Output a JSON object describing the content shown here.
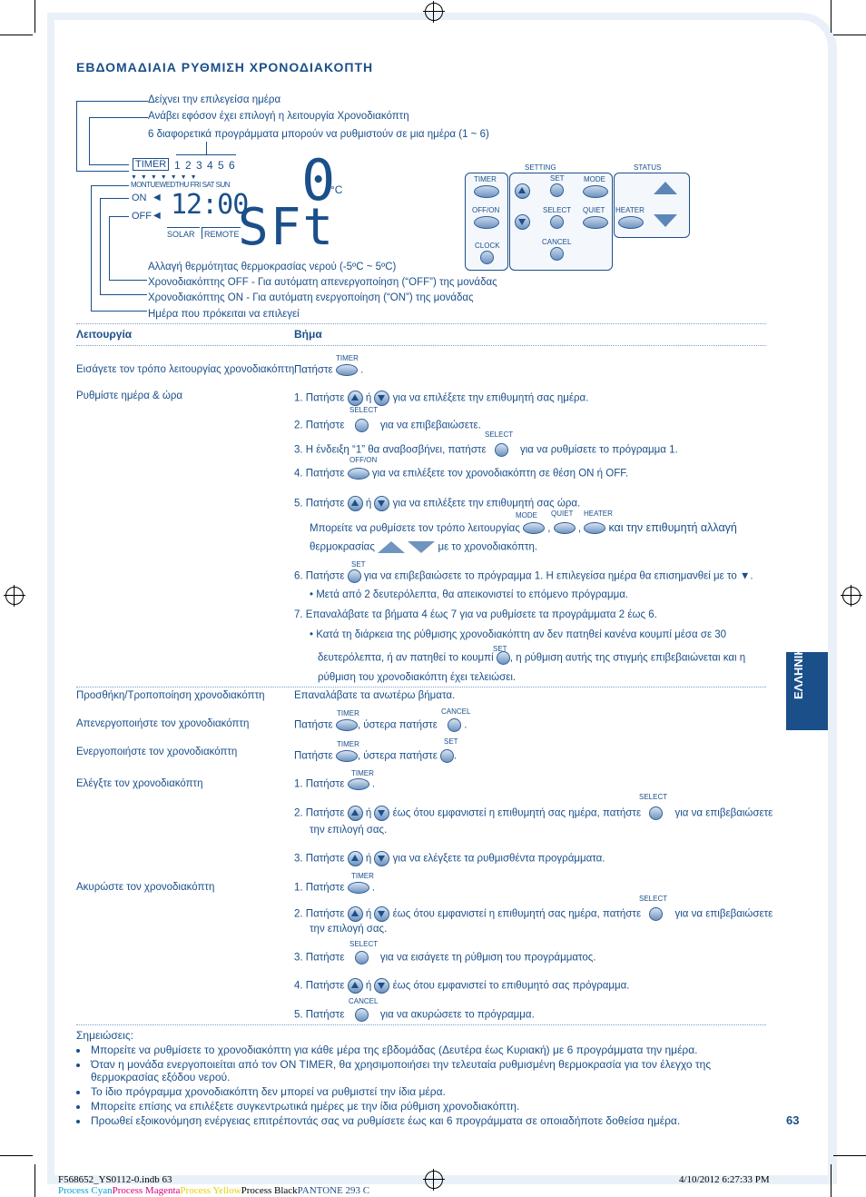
{
  "title": "ΕΒΔΟΜΑΔΙΑΙΑ ΡΥΘΜΙΣΗ ΧΡΟΝΟΔΙΑΚΟΠΤΗ",
  "annotations_top": [
    "Δείχνει την επιλεγείσα ημέρα",
    "Ανάβει εφόσον έχει επιλογή η λειτουργία Χρονοδιακόπτη",
    "6 διαφορετικά προγράμματα μπορούν να ρυθμιστούν σε μια ημέρα (1 ~ 6)"
  ],
  "annotations_bottom": [
    "Αλλαγή θερμότητας θερμοκρασίας νερού (-5ºC ~ 5ºC)",
    "Χρονοδιακόπτης OFF - Για αυτόματη απενεργοποίηση (“OFF”) της μονάδας",
    "Χρονοδιακόπτης ON - Για αυτόματη ενεργοποίηση (“ON”) της μονάδας",
    "Ημέρα που πρόκειται να επιλεγεί"
  ],
  "lcd": {
    "timer": "TIMER",
    "programs": "1 2 3 4 5 6",
    "days": "MONTUEWEDTHU FRI SAT SUN",
    "on": "ON",
    "off": "OFF",
    "clock": "12:00",
    "temp": "0",
    "unit": "°C",
    "set": "SFt",
    "solar": "SOLAR",
    "remote": "REMOTE"
  },
  "remote": {
    "setting": "SETTING",
    "status": "STATUS",
    "timer": "TIMER",
    "set": "SET",
    "mode": "MODE",
    "offon": "OFF/ON",
    "select": "SELECT",
    "quiet": "QUIET",
    "heater": "HEATER",
    "clock": "CLOCK",
    "cancel": "CANCEL"
  },
  "headers": {
    "function": "Λειτουργία",
    "step": "Βήμα"
  },
  "labels": {
    "timer": "TIMER",
    "select": "SELECT",
    "offon": "OFF/ON",
    "mode": "MODE",
    "quiet": "QUIET",
    "heater": "HEATER",
    "set": "SET",
    "cancel": "CANCEL"
  },
  "rows": {
    "enter_fn": "Εισάγετε τον τρόπο λειτουργίας χρονοδιακόπτη",
    "enter_step": "Πατήστε",
    "setday_fn": "Ρυθμίστε ημέρα & ώρα",
    "s1a": "1.  Πατήστε",
    "s1b": "ή",
    "s1c": "για να επιλέξετε την επιθυμητή σας ημέρα.",
    "s2a": "2.  Πατήστε",
    "s2b": "για να επιβεβαιώσετε.",
    "s3a": "3.  Η ένδειξη “1” θα αναβοσβήνει, πατήστε",
    "s3b": "για να ρυθμίσετε το πρόγραμμα 1.",
    "s4a": "4.  Πατήστε",
    "s4b": "για να επιλέξετε τον χρονοδιακόπτη σε θέση ON ή OFF.",
    "s5a": "5.  Πατήστε",
    "s5b": "ή",
    "s5c": "για να επιλέξετε την επιθυμητή σας ώρα.",
    "s5d": "Μπορείτε να ρυθμίσετε τον τρόπο λειτουργίας",
    "s5e": "και την επιθυμητή αλλαγή",
    "s5f": "θερμοκρασίας",
    "s5g": "με το χρονοδιακόπτη.",
    "s6a": "6.  Πατήστε",
    "s6b": "για να επιβεβαιώσετε το πρόγραμμα 1. Η επιλεγείσα ημέρα θα επισημανθεί με το ▼.",
    "s6c": "•   Μετά από 2 δευτερόλεπτα, θα απεικονιστεί το επόμενο πρόγραμμα.",
    "s7a": "7.  Επαναλάβατε τα βήματα 4 έως 7 για να ρυθμίσετε τα προγράμματα 2 έως 6.",
    "s7b": "•   Κατά τη διάρκεια της ρύθμισης χρονοδιακόπτη αν δεν πατηθεί κανένα κουμπί μέσα σε 30",
    "s7c": "δευτερόλεπτα, ή αν πατηθεί το κουμπί",
    "s7d": ", η ρύθμιση αυτής της στιγμής επιβεβαιώνεται και η",
    "s7e": "ρύθμιση του χρονοδιακόπτη έχει τελειώσει.",
    "add_fn": "Προσθήκη/Τροποποίηση χρονοδιακόπτη",
    "add_step": "Επαναλάβατε τα ανωτέρω βήματα.",
    "dis_fn": "Απενεργοποιήστε τον χρονοδιακόπτη",
    "dis_a": "Πατήστε",
    "dis_b": ", ύστερα πατήστε",
    "en_fn": "Ενεργοποιήστε τον χρονοδιακόπτη",
    "en_a": "Πατήστε",
    "en_b": ", ύστερα πατήστε",
    "chk_fn": "Ελέγξτε τον χρονοδιακόπτη",
    "c1": "1.  Πατήστε",
    "c2a": "2.  Πατήστε",
    "c2b": "ή",
    "c2c": "έως ότου εμφανιστεί η επιθυμητή σας ημέρα, πατήστε",
    "c2d": "για να επιβεβαιώσετε",
    "c2e": "την επιλογή σας.",
    "c3a": "3.  Πατήστε",
    "c3b": "ή",
    "c3c": "για να ελέγξετε τα ρυθμισθέντα προγράμματα.",
    "can_fn": "Ακυρώστε τον χρονοδιακόπτη",
    "k1": "1.  Πατήστε",
    "k2a": "2.  Πατήστε",
    "k2b": "ή",
    "k2c": "έως ότου εμφανιστεί η επιθυμητή σας ημέρα, πατήστε",
    "k2d": "για να επιβεβαιώσετε",
    "k2e": "την επιλογή σας.",
    "k3a": "3.  Πατήστε",
    "k3b": "για να εισάγετε τη ρύθμιση του προγράμματος.",
    "k4a": "4.  Πατήστε",
    "k4b": "ή",
    "k4c": "έως ότου εμφανιστεί το επιθυμητό σας πρόγραμμα.",
    "k5a": "5.  Πατήστε",
    "k5b": "για να ακυρώσετε το πρόγραμμα."
  },
  "notes": {
    "heading": "Σημειώσεις:",
    "items": [
      "Μπορείτε να ρυθμίσετε το χρονοδιακόπτη για κάθε μέρα της εβδομάδας (Δευτέρα έως Κυριακή) με 6 προγράμματα την ημέρα.",
      "Όταν η μονάδα ενεργοποιείται από τον ON TIMER, θα χρησιμοποιήσει την τελευταία ρυθμισμένη θερμοκρασία για τον έλεγχο της θερμοκρασίας εξόδου νερού.",
      "Το ίδιο πρόγραμμα χρονοδιακόπτη δεν μπορεί να ρυθμιστεί την ίδια μέρα.",
      "Μπορείτε επίσης να επιλέξετε συγκεντρωτικά ημέρες με την ίδια ρύθμιση χρονοδιακόπτη.",
      "Προωθεί εξοικονόμηση ενέργειας επιτρέποντάς σας να ρυθμίσετε έως και 6 προγράμματα σε οποιαδήποτε δοθείσα ημέρα."
    ]
  },
  "side_tab": "ΕΛΛΗΝΙΚΑ",
  "page_number": "63",
  "footer": {
    "file": "F568652_YS0112-0.indb   63",
    "date": "4/10/2012   6:27:33 PM",
    "cyan": "Process Cyan",
    "magenta": "Process Magenta",
    "yellow": "Process Yellow",
    "black": "Process Black",
    "pantone": "PANTONE 293 C"
  },
  "colors": {
    "text": "#1a4f8a",
    "tab": "#1a4f8a",
    "frame": "#e9f0f8"
  }
}
